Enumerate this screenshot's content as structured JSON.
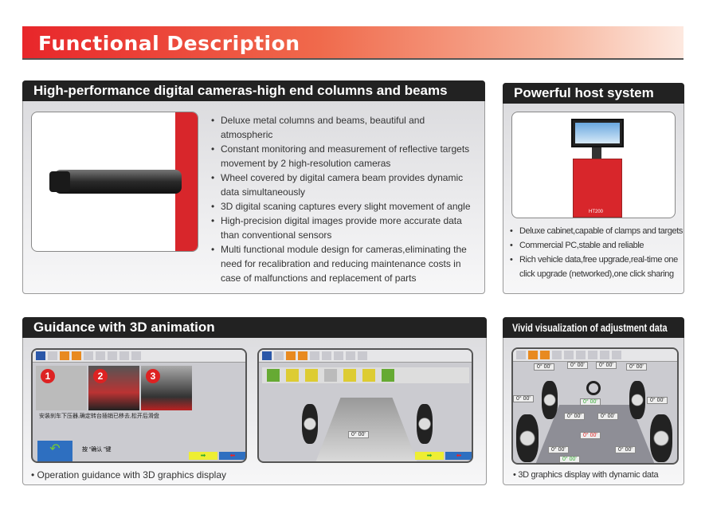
{
  "header": {
    "title": "Functional Description"
  },
  "cameras": {
    "title": "High-performance digital cameras-high end columns and beams",
    "bullets": [
      "Deluxe metal columns and beams, beautiful and atmospheric",
      "Constant monitoring and measurement of reflective targets movement by 2 high-resolution cameras",
      "Wheel covered by digital camera beam provides dynamic data simultaneously",
      "3D digital scaning captures every slight movement of angle",
      "High-precision digital images provide more accurate data than conventional sensors",
      "Multi functional module design for cameras,eliminating the need for recalibration and reducing maintenance costs in case of malfunctions and replacement of parts"
    ]
  },
  "host": {
    "title": "Powerful host system",
    "cabinet_label": "HT200",
    "bullets": [
      "Deluxe cabinet,capable of clamps and targets",
      "Commercial PC,stable and reliable",
      "Rich vehicle data,free upgrade,real-time one click upgrade (networked),one click sharing"
    ]
  },
  "guidance": {
    "title": "Guidance with 3D animation",
    "steps": [
      "1",
      "2",
      "3"
    ],
    "instruction": "安装刹车下压器,确定转台插销已移去,松开后滑盘",
    "confirm": "按 “确认 ”键",
    "readout": "0° 00'",
    "caption": "Operation guidance with 3D graphics display"
  },
  "vivid": {
    "title": "Vivid visualization of adjustment data",
    "readout": "0° 00'",
    "caption": "3D graphics display with dynamic data"
  }
}
